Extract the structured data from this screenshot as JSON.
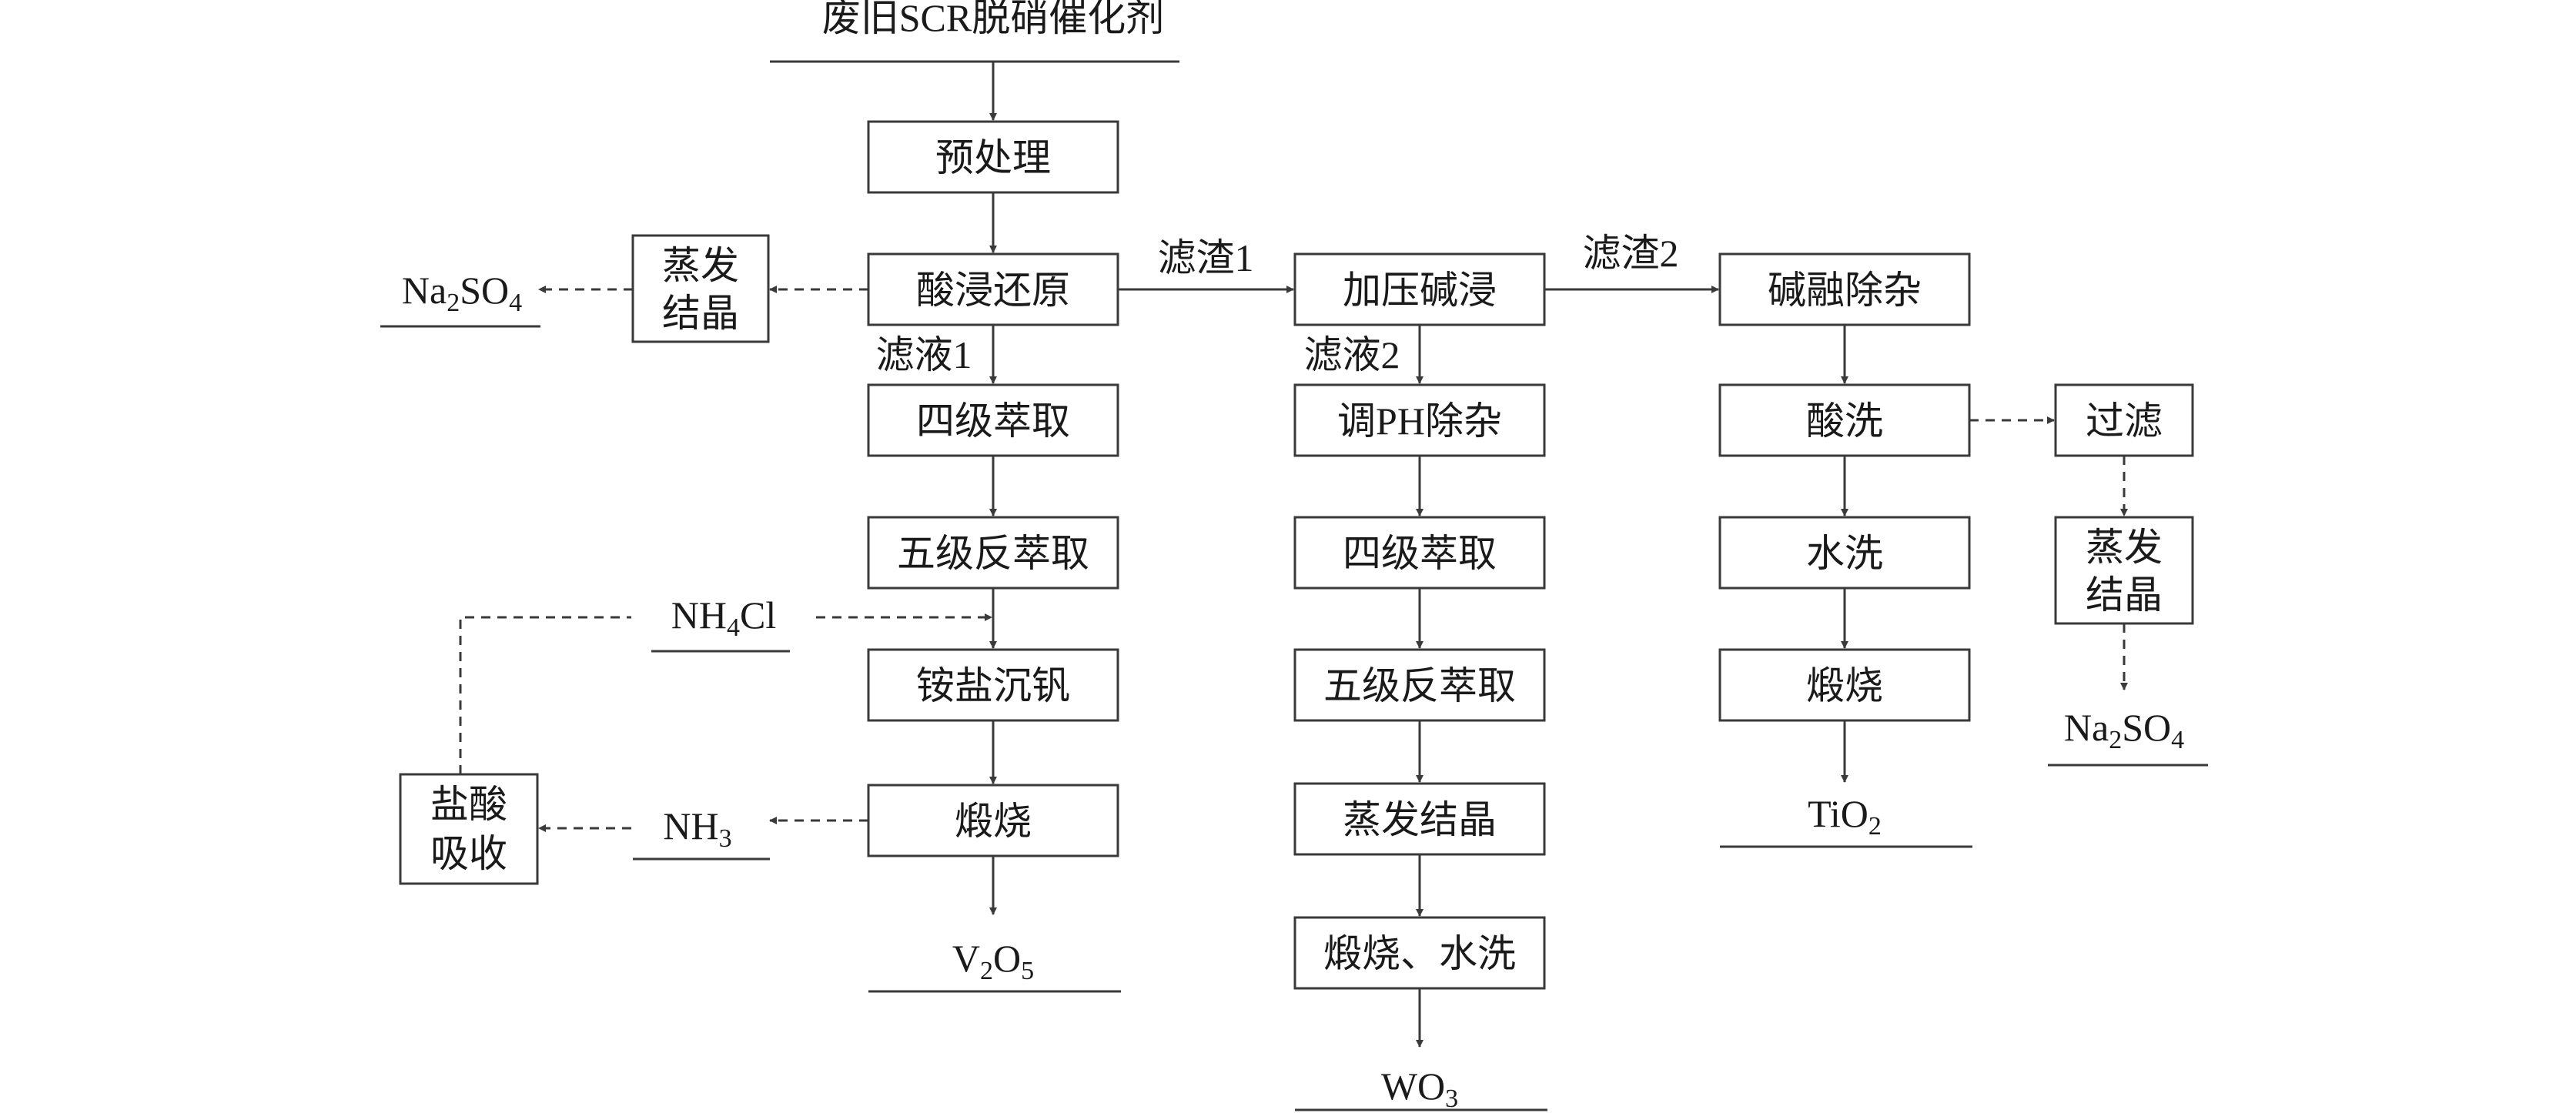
{
  "diagram": {
    "title": "废旧SCR脱硝催化剂",
    "boxes": {
      "pretreat": "预处理",
      "acid_leach": "酸浸还原",
      "evap1": [
        "蒸发",
        "结晶"
      ],
      "extract4_a": "四级萃取",
      "strip5_a": "五级反萃取",
      "ammonium": "铵盐沉钒",
      "calcine_a": "煅烧",
      "hcl_absorb": [
        "盐酸",
        "吸收"
      ],
      "pressure_leach": "加压碱浸",
      "ph_adjust": "调PH除杂",
      "extract4_b": "四级萃取",
      "strip5_b": "五级反萃取",
      "evap_cryst": "蒸发结晶",
      "calcine_wash": "煅烧、水洗",
      "alkali_fusion": "碱融除杂",
      "acid_wash": "酸洗",
      "water_wash": "水洗",
      "calcine_c": "煅烧",
      "filter": "过滤",
      "evap2": [
        "蒸发",
        "结晶"
      ]
    },
    "labels": {
      "residue1": "滤渣1",
      "filtrate1": "滤液1",
      "residue2": "滤渣2",
      "filtrate2": "滤液2"
    },
    "products": {
      "na2so4_left": {
        "main": "Na",
        "s1": "2",
        "m2": "SO",
        "s2": "4"
      },
      "nh4cl": {
        "main": "NH",
        "s1": "4",
        "m2": "Cl"
      },
      "nh3": {
        "main": "NH",
        "s1": "3"
      },
      "v2o5": {
        "main": "V",
        "s1": "2",
        "m2": "O",
        "s2": "5"
      },
      "wo3": {
        "main": "WO",
        "s1": "3"
      },
      "tio2": {
        "main": "TiO",
        "s1": "2"
      },
      "na2so4_right": {
        "main": "Na",
        "s1": "2",
        "m2": "SO",
        "s2": "4"
      }
    }
  }
}
